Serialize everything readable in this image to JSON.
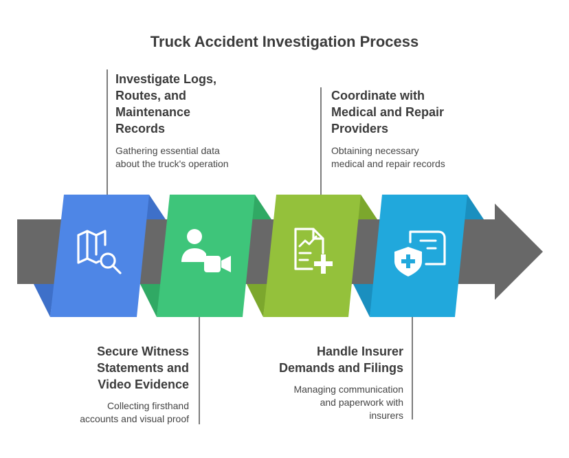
{
  "title": "Truck Accident Investigation Process",
  "colors": {
    "arrow": "#686868",
    "step1": "#4e86e6",
    "step1_fold": "#3e70c9",
    "step2": "#3ec57a",
    "step2_fold": "#30a964",
    "step3": "#94c13b",
    "step3_fold": "#7ca72d",
    "step4": "#21a8dc",
    "step4_fold": "#1a8fbf",
    "connector": "#444444"
  },
  "steps": [
    {
      "title": "Investigate Logs,\nRoutes, and\nMaintenance\nRecords",
      "description": "Gathering essential data\nabout the truck's operation",
      "icon": "map-search-icon"
    },
    {
      "title": "Secure Witness\nStatements and\nVideo Evidence",
      "description": "Collecting firsthand\naccounts and visual proof",
      "icon": "person-video-icon"
    },
    {
      "title": "Coordinate with\nMedical and Repair\nProviders",
      "description": "Obtaining necessary\nmedical and repair records",
      "icon": "chart-document-plus-icon"
    },
    {
      "title": "Handle Insurer\nDemands and Filings",
      "description": "Managing communication\nand paperwork with\ninsurers",
      "icon": "shield-document-icon"
    }
  ]
}
